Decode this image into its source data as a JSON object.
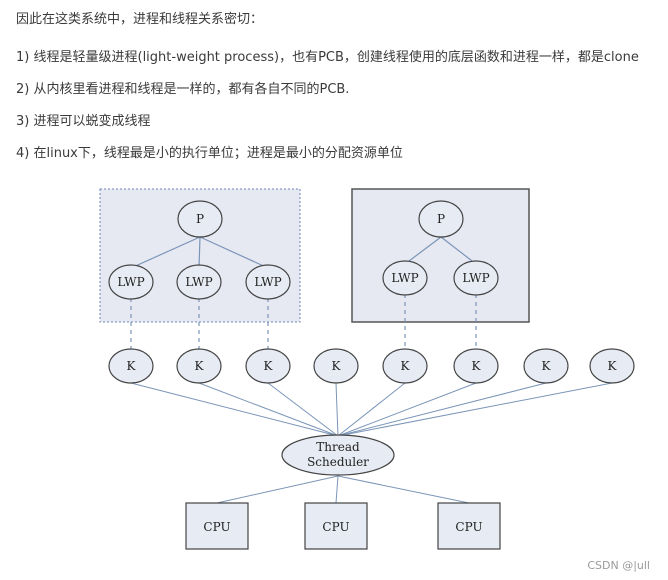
{
  "text": {
    "intro": "因此在这类系统中，进程和线程关系密切：",
    "item1_prefix": "1) ",
    "item1_highlight": "线程",
    "item1_rest": "是轻量级进程(light-weight process)，也有PCB，创建线程使用的底层函数和进程一样，都是clone",
    "item2": "2) 从内核里看进程和线程是一样的，都有各自不同的PCB.",
    "item3": "3) 进程可以蜕变成线程",
    "item4": "4) 在linux下，线程最是小的执行单位；进程是最小的分配资源单位"
  },
  "diagram": {
    "process_label": "P",
    "lwp_label": "LWP",
    "kernel_label": "K",
    "scheduler_line1": "Thread",
    "scheduler_line2": "Scheduler",
    "cpu_label": "CPU"
  },
  "watermark": "CSDN @|ull",
  "colors": {
    "highlight": "#f3ea3a",
    "box_fill": "#e6e9f2",
    "node_fill": "#e7ebf3",
    "line": "#7b95b8",
    "border": "#555555"
  }
}
